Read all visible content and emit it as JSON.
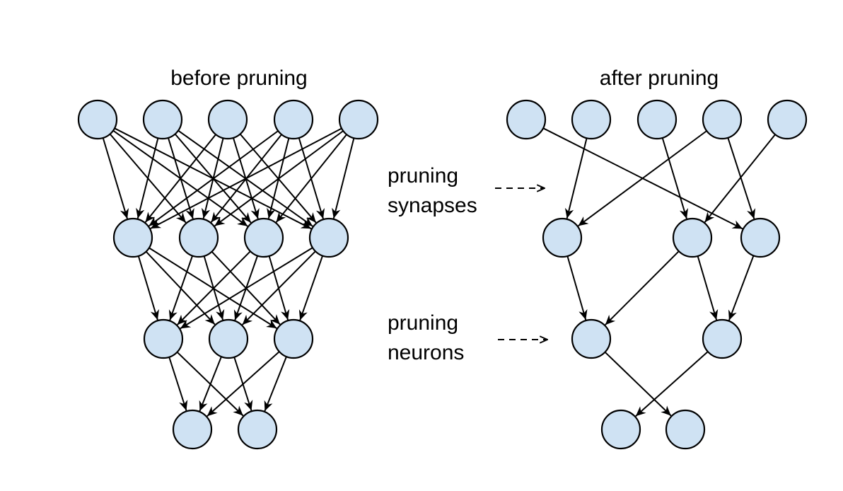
{
  "colors": {
    "node_fill": "#cfe2f3",
    "stroke": "#000000",
    "background": "#ffffff"
  },
  "before": {
    "title": "before pruning",
    "layer_sizes": [
      5,
      4,
      3,
      2
    ],
    "connectivity": "fully-connected"
  },
  "after": {
    "title": "after pruning",
    "layer_sizes": [
      5,
      3,
      2,
      2
    ],
    "connections": [
      {
        "from": [
          0,
          0
        ],
        "to": [
          1,
          2
        ]
      },
      {
        "from": [
          0,
          1
        ],
        "to": [
          1,
          0
        ]
      },
      {
        "from": [
          0,
          2
        ],
        "to": [
          1,
          1
        ]
      },
      {
        "from": [
          0,
          3
        ],
        "to": [
          1,
          0
        ]
      },
      {
        "from": [
          0,
          3
        ],
        "to": [
          1,
          2
        ]
      },
      {
        "from": [
          0,
          4
        ],
        "to": [
          1,
          1
        ]
      },
      {
        "from": [
          1,
          0
        ],
        "to": [
          2,
          0
        ]
      },
      {
        "from": [
          1,
          1
        ],
        "to": [
          2,
          0
        ]
      },
      {
        "from": [
          1,
          1
        ],
        "to": [
          2,
          1
        ]
      },
      {
        "from": [
          1,
          2
        ],
        "to": [
          2,
          1
        ]
      },
      {
        "from": [
          2,
          0
        ],
        "to": [
          3,
          1
        ]
      },
      {
        "from": [
          2,
          1
        ],
        "to": [
          3,
          0
        ]
      }
    ]
  },
  "annotations": [
    {
      "line1": "pruning",
      "line2": "synapses"
    },
    {
      "line1": "pruning",
      "line2": "neurons"
    }
  ]
}
